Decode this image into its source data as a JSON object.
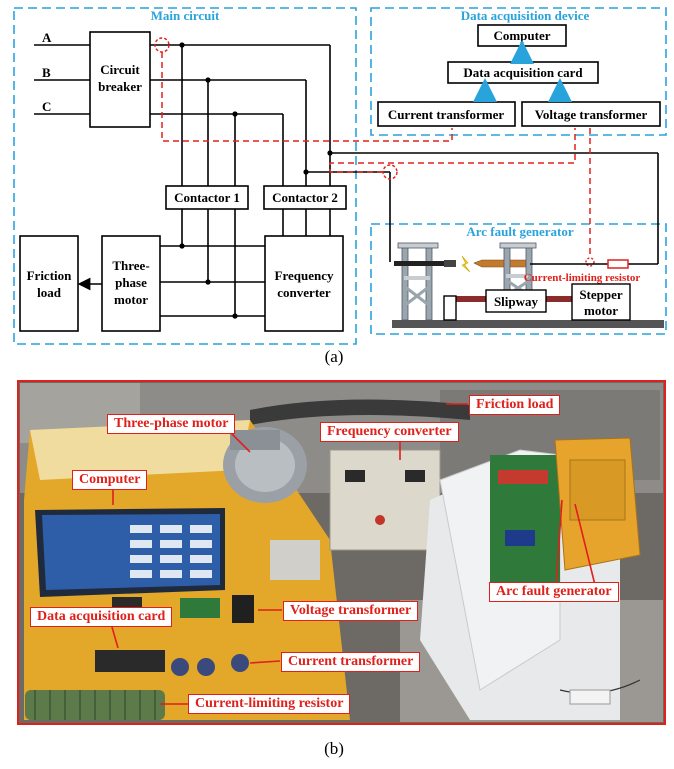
{
  "part_a": {
    "caption": "(a)",
    "main_circuit": {
      "title": "Main circuit",
      "phases": [
        "A",
        "B",
        "C"
      ],
      "circuit_breaker": [
        "Circuit",
        "breaker"
      ],
      "contactor1": "Contactor 1",
      "contactor2": "Contactor 2",
      "friction_load": [
        "Friction",
        "load"
      ],
      "motor": [
        "Three-",
        "phase",
        "motor"
      ],
      "converter": [
        "Frequency",
        "converter"
      ]
    },
    "daq": {
      "title": "Data acquisition device",
      "computer": "Computer",
      "card": "Data acquisition card",
      "current_transformer": "Current transformer",
      "voltage_transformer": "Voltage transformer"
    },
    "arc": {
      "title": "Arc fault generator",
      "resistor": "Current-limiting resistor",
      "slipway": "Slipway",
      "stepper": [
        "Stepper",
        "motor"
      ]
    }
  },
  "part_b": {
    "caption": "(b)",
    "labels": {
      "friction_load": "Friction load",
      "three_phase_motor": "Three-phase  motor",
      "frequency_converter": "Frequency converter",
      "computer": "Computer",
      "arc_fault_generator": "Arc fault generator",
      "voltage_transformer": "Voltage transformer",
      "data_acquisition_card": "Data acquisition card",
      "current_transformer": "Current transformer",
      "current_limiting_resistor": "Current-limiting resistor"
    }
  },
  "colors": {
    "dash_blue": "#29a3dc",
    "title_blue": "#29a3dc",
    "red": "#e0201b",
    "arrow_blue": "#29a3dc"
  }
}
